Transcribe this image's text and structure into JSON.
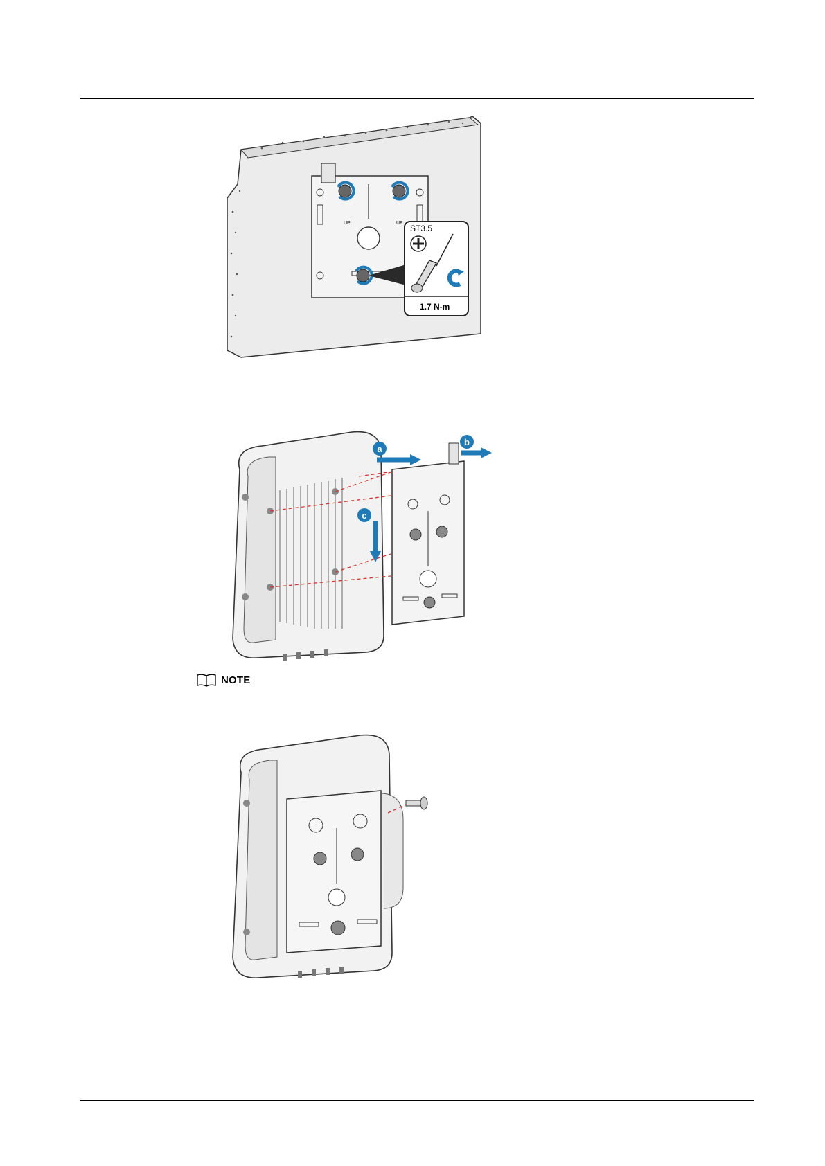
{
  "figure1": {
    "tool_label": "ST3.5",
    "torque_label": "1.7 N-m",
    "up_label": "UP"
  },
  "figure2": {
    "step_a": "a",
    "step_b": "b",
    "step_c": "c"
  },
  "note": {
    "label": "NOTE"
  },
  "colors": {
    "accent_blue": "#1f7ab8",
    "dashed_red": "#d9342b"
  }
}
